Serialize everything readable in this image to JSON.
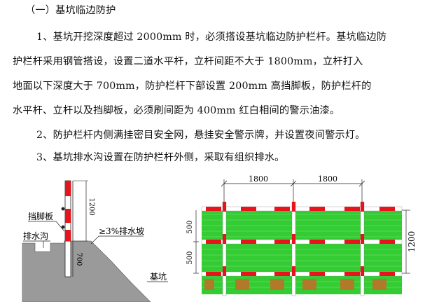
{
  "document": {
    "heading": "（一）基坑临边防护",
    "paragraph_lines": [
      "1、基坑开挖深度超过 2000mm 时，必须搭设基坑临边防护栏杆。基坑临边防",
      "护栏杆采用钢管搭设，设置二道水平杆，立杆间距不大于 1800mm，立杆打入",
      "地面以下深度大于 700mm，防护栏杆下部设置 200mm 高挡脚板，防护栏杆的",
      "水平杆、立杆以及挡脚板，必须刷间距为 400mm 红白相间的警示油漆。",
      "2、防护栏杆内侧满挂密目安全网，悬挂安全警示牌，并设置夜间警示灯。",
      "3、基坑排水沟设置在防护栏杆外侧，采取有组织排水。"
    ]
  },
  "section_diagram": {
    "label_toe_board": "挡脚板",
    "label_drain": "排水沟",
    "label_slope": "≥3%排水坡",
    "label_pit": "基坑",
    "dim_height": "1200",
    "dim_embed": "700"
  },
  "elevation_diagram": {
    "dim_span_1": "1800",
    "dim_span_2": "1800",
    "dim_row_1": "500",
    "dim_row_2": "500",
    "dim_total": "1200"
  },
  "colors": {
    "warning_red": "#e8141c",
    "net_green": "#33cc33",
    "net_dark": "#1a8a1a",
    "toe_brown": "#b07a2a",
    "ground_gray": "#9a9a9a"
  }
}
